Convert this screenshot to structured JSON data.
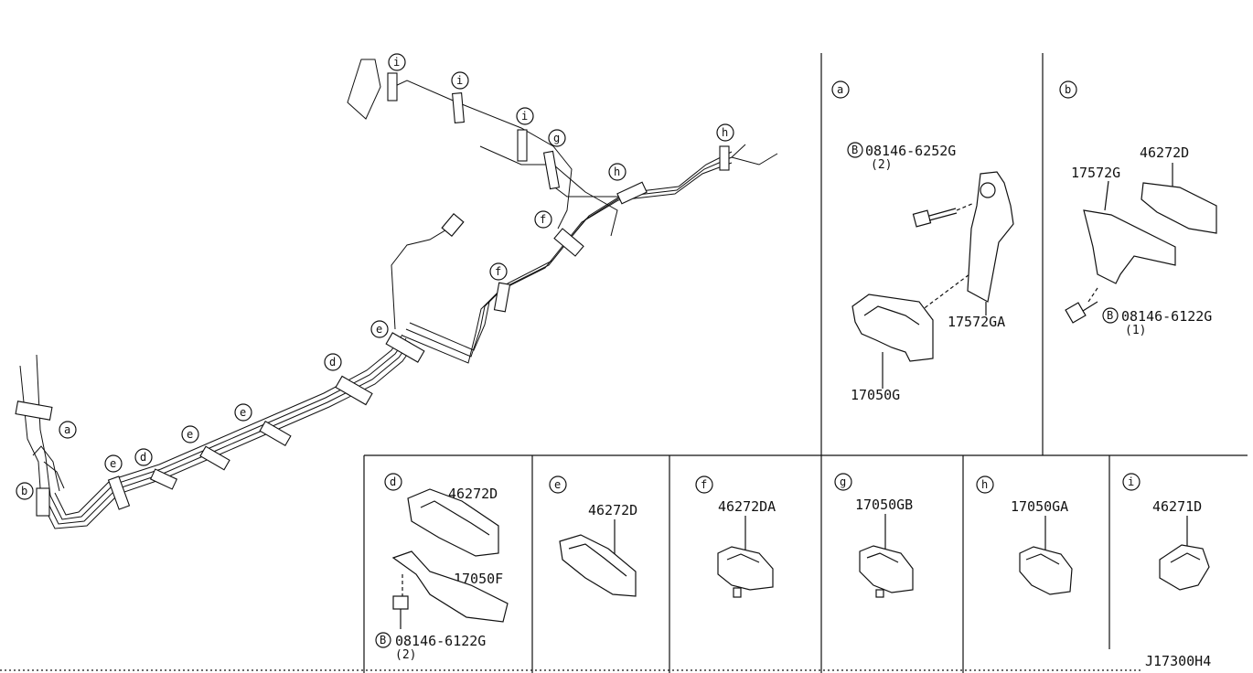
{
  "callouts_main": {
    "a": "a",
    "b": "b",
    "d1": "d",
    "d2": "d",
    "e1": "e",
    "e2": "e",
    "e3": "e",
    "e4": "e",
    "f1": "f",
    "f2": "f",
    "g": "g",
    "h1": "h",
    "h2": "h",
    "i1": "i",
    "i2": "i",
    "i3": "i"
  },
  "panels": {
    "a": {
      "letter": "a",
      "bolt_symbol": "B",
      "bolt_pn": "08146-6252G",
      "bolt_qty": "(2)",
      "bracket_pn": "17572GA",
      "clamp_pn": "17050G"
    },
    "b": {
      "letter": "b",
      "clip_pn": "46272D",
      "bracket_pn": "17572G",
      "bolt_symbol": "B",
      "bolt_pn": "08146-6122G",
      "bolt_qty": "(1)"
    },
    "d": {
      "letter": "d",
      "clip_pn": "46272D",
      "bracket_pn": "17050F",
      "bolt_symbol": "B",
      "bolt_pn": "08146-6122G",
      "bolt_qty": "(2)"
    },
    "e": {
      "letter": "e",
      "clip_pn": "46272D"
    },
    "f": {
      "letter": "f",
      "clip_pn": "46272DA"
    },
    "g": {
      "letter": "g",
      "clip_pn": "17050GB"
    },
    "h": {
      "letter": "h",
      "clip_pn": "17050GA"
    },
    "i": {
      "letter": "i",
      "clip_pn": "46271D"
    }
  },
  "diagram_code": "J17300H4"
}
